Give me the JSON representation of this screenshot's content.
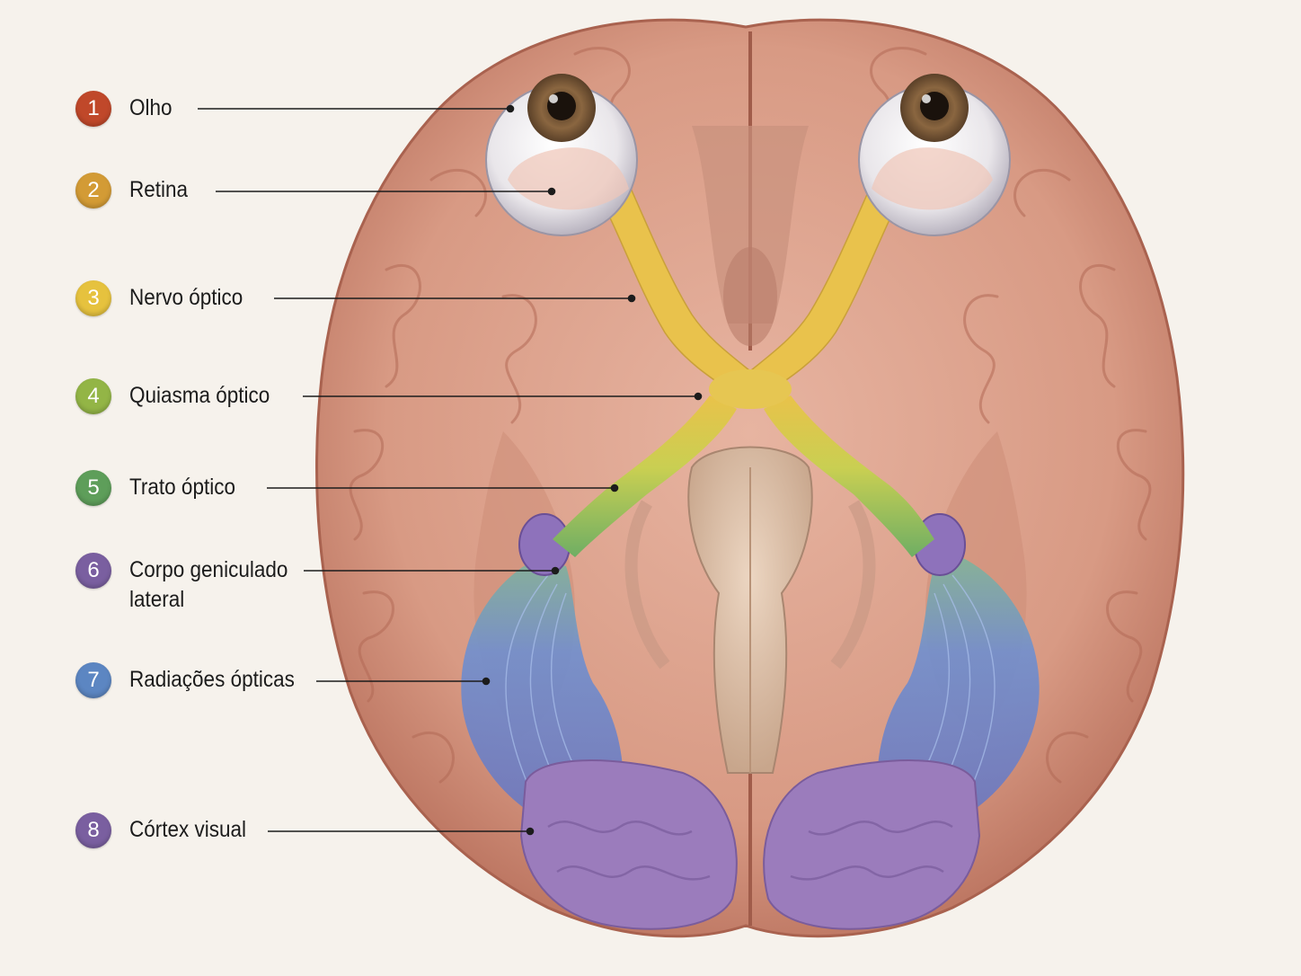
{
  "legend": [
    {
      "number": "1",
      "lines": [
        "Olho"
      ],
      "color": "#c0482a"
    },
    {
      "number": "2",
      "lines": [
        "Retina"
      ],
      "color": "#d39b35"
    },
    {
      "number": "3",
      "lines": [
        "Nervo óptico"
      ],
      "color": "#e6c23e"
    },
    {
      "number": "4",
      "lines": [
        "Quiasma óptico"
      ],
      "color": "#93b546"
    },
    {
      "number": "5",
      "lines": [
        "Trato óptico"
      ],
      "color": "#5e9e5a"
    },
    {
      "number": "6",
      "lines": [
        "Corpo geniculado",
        "lateral"
      ],
      "color": "#7a5fa0"
    },
    {
      "number": "7",
      "lines": [
        "Radiações ópticas"
      ],
      "color": "#5c86c2"
    },
    {
      "number": "8",
      "lines": [
        "Córtex visual"
      ],
      "color": "#7a5fa0"
    }
  ],
  "colors": {
    "background": "#f6f2ec",
    "brain": "#d99a84",
    "brain_dark": "#b86e5c",
    "nerve": "#e8c24c",
    "radiation": "#6f86c9",
    "cortex": "#9a78b8"
  }
}
